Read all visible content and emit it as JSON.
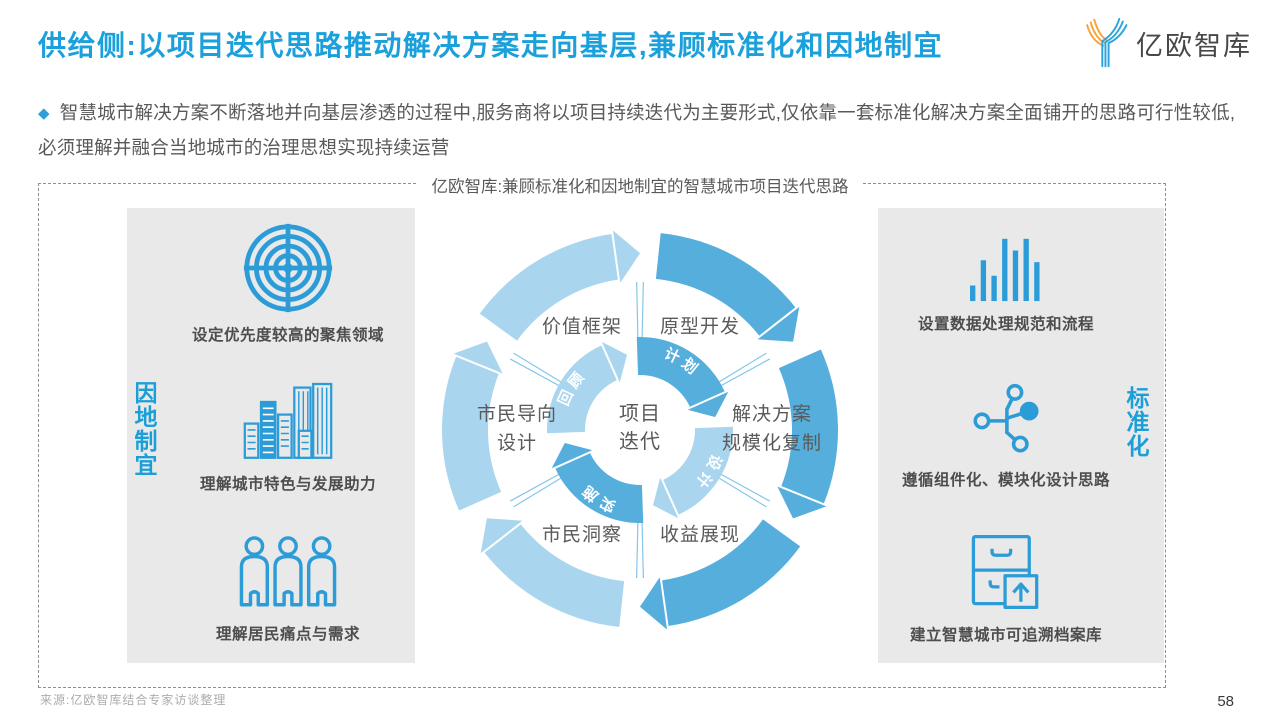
{
  "slide": {
    "title": "供给侧:以项目迭代思路推动解决方案走向基层,兼顾标准化和因地制宜",
    "page_number": "58",
    "source_note": "来源:亿欧智库结合专家访谈整理"
  },
  "logo": {
    "name": "亿欧智库"
  },
  "intro": {
    "bullet": "◆",
    "text": "智慧城市解决方案不断落地并向基层渗透的过程中,服务商将以项目持续迭代为主要形式,仅依靠一套标准化解决方案全面铺开的思路可行性较低,必须理解并融合当地城市的治理思想实现持续运营"
  },
  "figure": {
    "caption": "亿欧智库:兼顾标准化和因地制宜的智慧城市项目迭代思路",
    "left_panel": {
      "vertical_label": "因地制宜",
      "items": [
        {
          "icon": "target-icon",
          "label": "设定优先度较高的聚焦领域"
        },
        {
          "icon": "city-buildings-icon",
          "label": "理解城市特色与发展助力"
        },
        {
          "icon": "people-group-icon",
          "label": "理解居民痛点与需求"
        }
      ]
    },
    "right_panel": {
      "vertical_label": "标准化",
      "items": [
        {
          "icon": "bar-chart-icon",
          "label": "设置数据处理规范和流程"
        },
        {
          "icon": "network-nodes-icon",
          "label": "遵循组件化、模块化设计思路"
        },
        {
          "icon": "archive-cabinet-icon",
          "label": "建立智慧城市可追溯档案库"
        }
      ]
    },
    "cycle": {
      "center_label": "项目迭代",
      "center_lines": [
        "项目",
        "迭代"
      ],
      "inner_steps": [
        "计划",
        "设计",
        "实施",
        "回顾"
      ],
      "stages": [
        {
          "lines": [
            "价值框架"
          ],
          "position": "top-left"
        },
        {
          "lines": [
            "原型开发"
          ],
          "position": "top-right"
        },
        {
          "lines": [
            "解决方案",
            "规模化复制"
          ],
          "position": "right"
        },
        {
          "lines": [
            "收益展现"
          ],
          "position": "bottom-right"
        },
        {
          "lines": [
            "市民洞察"
          ],
          "position": "bottom-left"
        },
        {
          "lines": [
            "市民导向",
            "设计"
          ],
          "position": "left"
        }
      ],
      "colors": {
        "arc_dark": "#55AEDC",
        "arc_light": "#A9D5EE",
        "divider": "#86C6E9"
      }
    },
    "colors": {
      "accent_blue": "#2B9CD8",
      "panel_bg": "#E9E9E9"
    }
  },
  "theme": {
    "title_blue": "#1BA0DB",
    "text_gray": "#595959",
    "logo_orange": "#F6A43B",
    "logo_blue": "#2AA4DC"
  }
}
